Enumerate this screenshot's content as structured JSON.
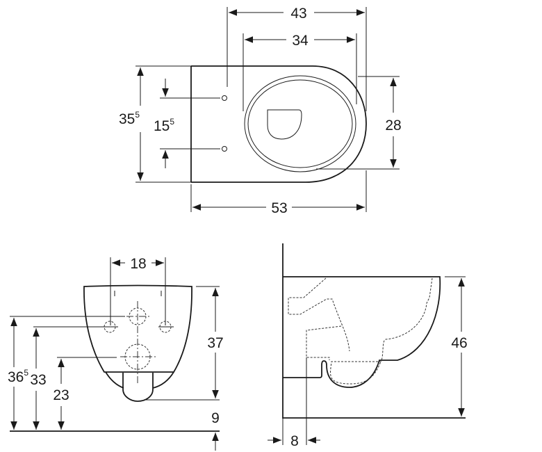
{
  "top_view": {
    "width_43": "43",
    "seat_34": "34",
    "seat_28": "28",
    "length_53": "53",
    "height_35_5": {
      "main": "35",
      "sup": "5"
    },
    "holes_15_5": {
      "main": "15",
      "sup": "5"
    }
  },
  "front_view": {
    "spacing_18": "18",
    "height_37": "37",
    "offset_9": "9",
    "height_36_5": {
      "main": "36",
      "sup": "5"
    },
    "height_33": "33",
    "height_23": "23"
  },
  "side_view": {
    "height_46": "46",
    "offset_8": "8"
  }
}
